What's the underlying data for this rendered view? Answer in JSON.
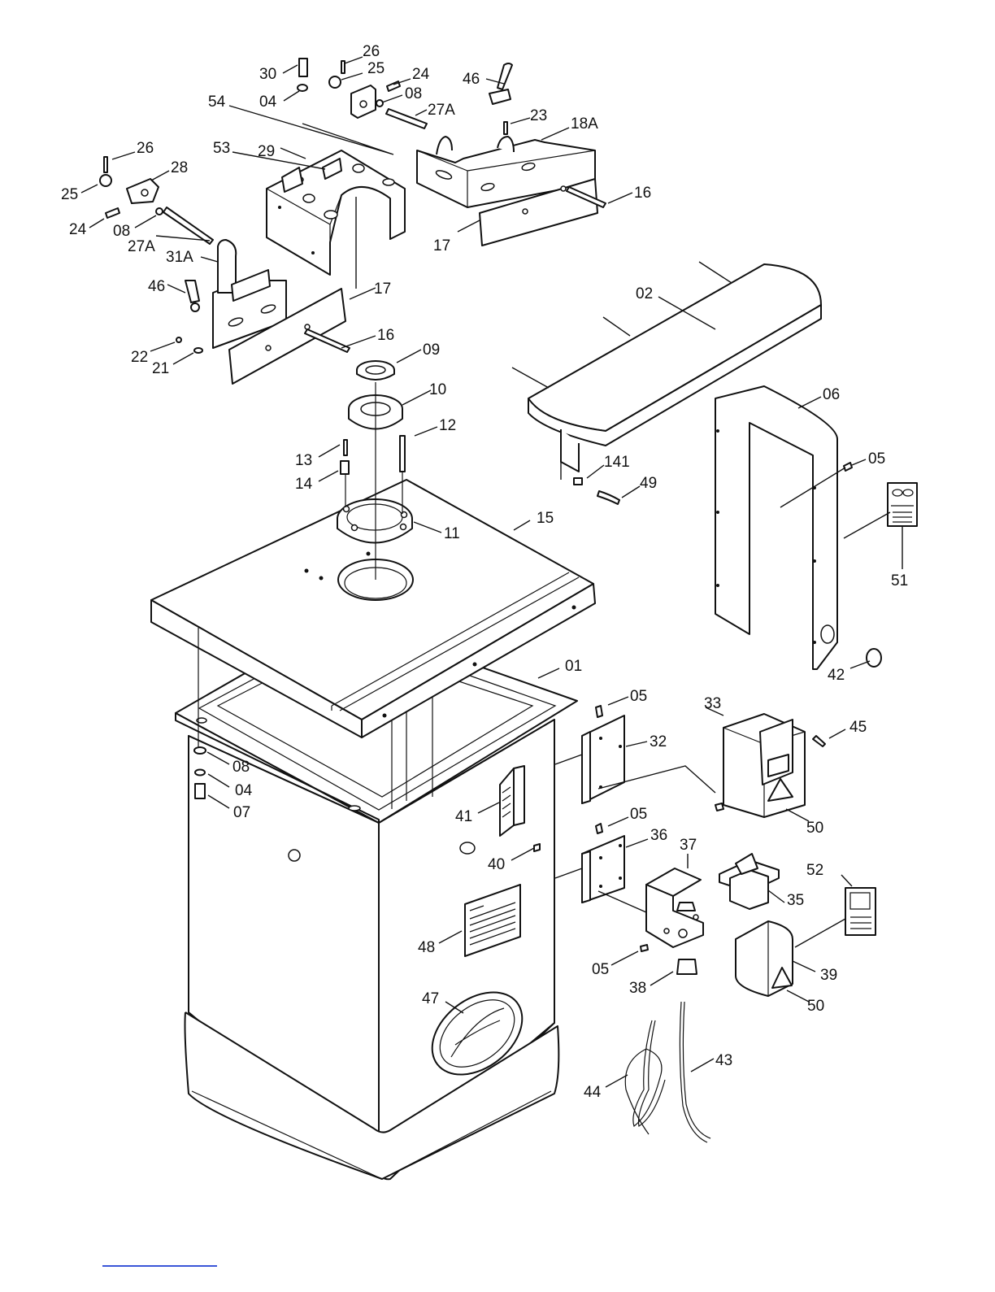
{
  "callouts": {
    "c30": "30",
    "c26a": "26",
    "c25a": "25",
    "c24a": "24",
    "c08a": "08",
    "c46a": "46",
    "c54": "54",
    "c04a": "04",
    "c27Aa": "27A",
    "c23": "23",
    "c18A": "18A",
    "c26b": "26",
    "c53": "53",
    "c29": "29",
    "c28": "28",
    "c25b": "25",
    "c16a": "16",
    "c24b": "24",
    "c08b": "08",
    "c27Ab": "27A",
    "c17a": "17",
    "c31A": "31A",
    "c46b": "46",
    "c17b": "17",
    "c02": "02",
    "c16b": "16",
    "c22": "22",
    "c21": "21",
    "c09": "09",
    "c10": "10",
    "c06": "06",
    "c12": "12",
    "c13": "13",
    "c14": "14",
    "c141": "141",
    "c05a": "05",
    "c49": "49",
    "c15": "15",
    "c11": "11",
    "c51": "51",
    "c42": "42",
    "c01": "01",
    "c05b": "05",
    "c33": "33",
    "c45": "45",
    "c32": "32",
    "c08c": "08",
    "c04b": "04",
    "c07": "07",
    "c41": "41",
    "c50a": "50",
    "c05c": "05",
    "c36": "36",
    "c37": "37",
    "c40": "40",
    "c52": "52",
    "c35": "35",
    "c48": "48",
    "c05d": "05",
    "c39": "39",
    "c38": "38",
    "c47": "47",
    "c50b": "50",
    "c43": "43",
    "c44": "44"
  },
  "colors": {
    "ink": "#111111",
    "paper": "#ffffff",
    "link": "#3a56d8"
  }
}
